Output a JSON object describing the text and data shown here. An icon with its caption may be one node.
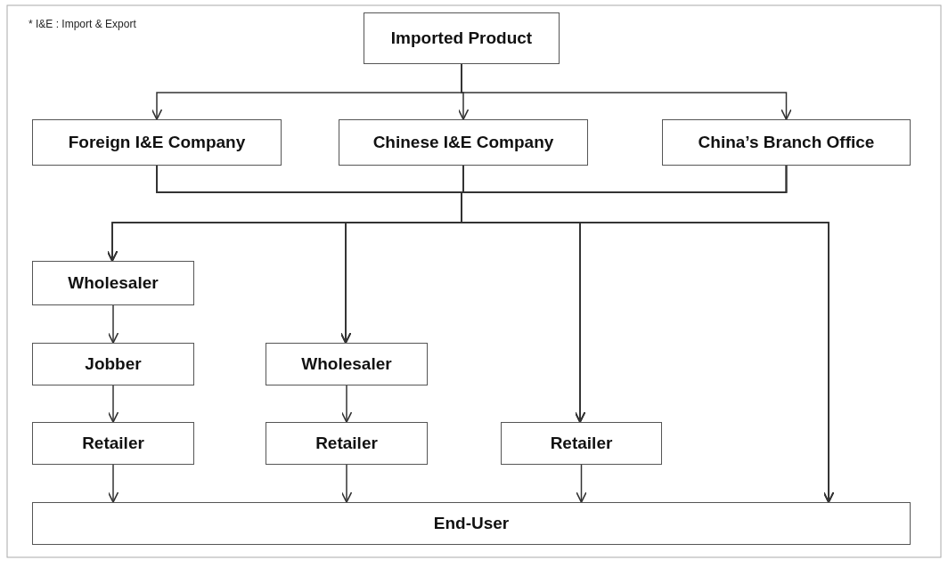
{
  "diagram": {
    "nodes": [
      {
        "text": [
          "Imported Product"
        ]
      },
      {
        "text": [
          "Foreign I&E Company"
        ]
      },
      {
        "text": [
          "Chinese I&E Company"
        ]
      },
      {
        "text": [
          "China’s Branch Office"
        ]
      },
      {
        "text": [
          "Wholesaler"
        ]
      },
      {
        "text": [
          "Jobber"
        ]
      },
      {
        "text": [
          "Wholesaler"
        ]
      },
      {
        "text": [
          "Retailer"
        ]
      },
      {
        "text": [
          "Retailer"
        ]
      },
      {
        "text": [
          "Retailer"
        ]
      },
      {
        "text": [
          "End-User"
        ]
      }
    ],
    "edges": [
      {
        "from": 0,
        "to": 1,
        "arrow": "to"
      },
      {
        "from": 0,
        "to": 2,
        "arrow": "to"
      },
      {
        "from": 0,
        "to": 3,
        "arrow": "to"
      },
      {
        "from": 1,
        "to": 4,
        "arrow": "to"
      },
      {
        "from": 1,
        "to": 6,
        "arrow": "to"
      },
      {
        "from": 1,
        "to": 9,
        "arrow": "to"
      },
      {
        "from": 1,
        "to": 10,
        "arrow": "to"
      },
      {
        "from": 2,
        "to": 4,
        "arrow": "to"
      },
      {
        "from": 2,
        "to": 6,
        "arrow": "to"
      },
      {
        "from": 2,
        "to": 9,
        "arrow": "to"
      },
      {
        "from": 2,
        "to": 10,
        "arrow": "to"
      },
      {
        "from": 3,
        "to": 4,
        "arrow": "to"
      },
      {
        "from": 3,
        "to": 6,
        "arrow": "to"
      },
      {
        "from": 3,
        "to": 9,
        "arrow": "to"
      },
      {
        "from": 3,
        "to": 10,
        "arrow": "to"
      },
      {
        "from": 4,
        "to": 5,
        "arrow": "to"
      },
      {
        "from": 5,
        "to": 7,
        "arrow": "to"
      },
      {
        "from": 6,
        "to": 8,
        "arrow": "to"
      },
      {
        "from": 7,
        "to": 10,
        "arrow": "to"
      },
      {
        "from": 8,
        "to": 10,
        "arrow": "to"
      },
      {
        "from": 9,
        "to": 10,
        "arrow": "to"
      }
    ],
    "labels": [
      "* I&E : Import & Export"
    ]
  }
}
